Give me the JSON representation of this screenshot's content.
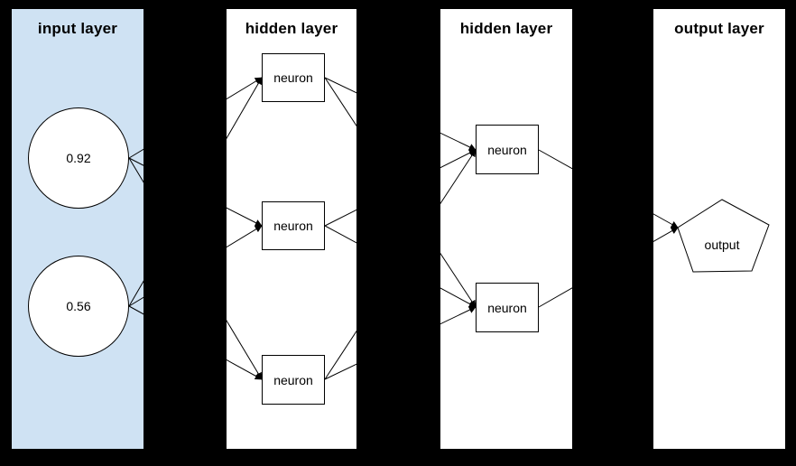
{
  "layers": [
    {
      "title": "input layer",
      "nodes": [
        {
          "id": "i1",
          "shape": "circle",
          "label": "0.92"
        },
        {
          "id": "i2",
          "shape": "circle",
          "label": "0.56"
        }
      ]
    },
    {
      "title": "hidden layer",
      "nodes": [
        {
          "id": "h11",
          "shape": "rect",
          "label": "neuron"
        },
        {
          "id": "h12",
          "shape": "rect",
          "label": "neuron"
        },
        {
          "id": "h13",
          "shape": "rect",
          "label": "neuron"
        }
      ]
    },
    {
      "title": "hidden layer",
      "nodes": [
        {
          "id": "h21",
          "shape": "rect",
          "label": "neuron"
        },
        {
          "id": "h22",
          "shape": "rect",
          "label": "neuron"
        }
      ]
    },
    {
      "title": "output layer",
      "nodes": [
        {
          "id": "out",
          "shape": "pentagon",
          "label": "output"
        }
      ]
    }
  ],
  "edges": [
    [
      "i1",
      "h11"
    ],
    [
      "i1",
      "h12"
    ],
    [
      "i1",
      "h13"
    ],
    [
      "i2",
      "h11"
    ],
    [
      "i2",
      "h12"
    ],
    [
      "i2",
      "h13"
    ],
    [
      "h11",
      "h21"
    ],
    [
      "h11",
      "h22"
    ],
    [
      "h12",
      "h21"
    ],
    [
      "h12",
      "h22"
    ],
    [
      "h13",
      "h21"
    ],
    [
      "h13",
      "h22"
    ],
    [
      "h21",
      "out"
    ],
    [
      "h22",
      "out"
    ]
  ],
  "colors": {
    "background": "#000000",
    "input_panel_bg": "#cfe2f3",
    "panel_bg": "#ffffff",
    "node_fill": "#ffffff",
    "stroke": "#000000"
  }
}
